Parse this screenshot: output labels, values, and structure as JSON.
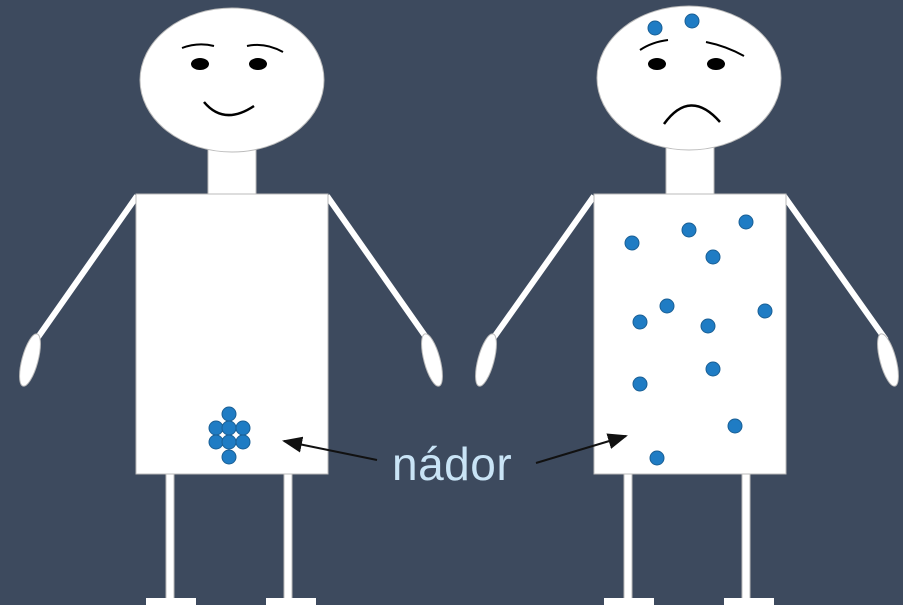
{
  "label": {
    "text": "nádor"
  },
  "colors": {
    "background": "#3d4a5e",
    "figure": "#ffffff",
    "outline": "#c8c8c8",
    "cell": "#1f7cc4",
    "cell_stroke": "#1a5f95",
    "text": "#c9e4f6"
  },
  "figures": [
    {
      "name": "healthy-person",
      "expression": "smile",
      "tumor": "localized"
    },
    {
      "name": "sick-person",
      "expression": "frown",
      "tumor": "spread"
    }
  ],
  "icons": [
    "arrow-icon",
    "tumor-cell-icon"
  ]
}
